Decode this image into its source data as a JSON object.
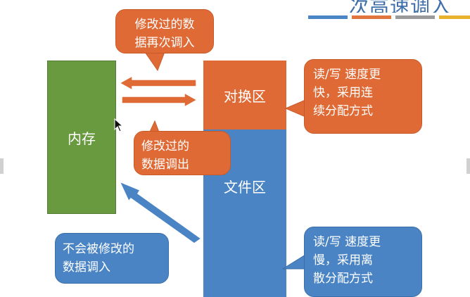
{
  "slide": {
    "title": "次高速调入"
  },
  "colors": {
    "memory": "#6a9a40",
    "swap": "#e06a35",
    "file": "#4a84c4",
    "stripes": [
      "#4a86c5",
      "#e2753d",
      "#9a9a9a",
      "#e8b12e"
    ]
  },
  "blocks": {
    "memory_label": "内存",
    "swap_label": "对换区",
    "file_label": "文件区"
  },
  "callouts": {
    "top": "修改过的数\n据再次调入",
    "middle": "修改过的\n数据调出",
    "swap_speed": "读/写 速度更\n快，采用连\n续分配方式",
    "file_speed": "读/写 速度更\n慢，采用离\n散分配方式",
    "unmodified": "不会被修改的\n数据调入"
  },
  "arrows": [
    {
      "from": "swap",
      "to": "memory",
      "meaning": "修改过的数据再次调入"
    },
    {
      "from": "memory",
      "to": "swap",
      "meaning": "修改过的数据调出"
    },
    {
      "from": "file",
      "to": "memory",
      "meaning": "不会被修改的数据调入"
    }
  ]
}
